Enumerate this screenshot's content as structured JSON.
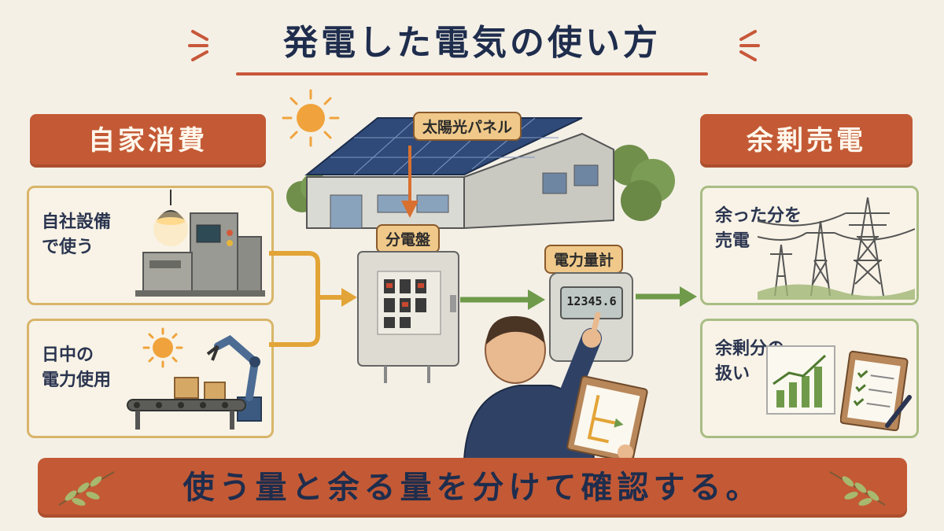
{
  "title": "発電した電気の使い方",
  "left_header": "自家消費",
  "right_header": "余剰売電",
  "left_cards": [
    {
      "label": "自社設備\nで使う"
    },
    {
      "label": "日中の\n電力使用"
    }
  ],
  "right_cards": [
    {
      "label": "余った分を\n売電"
    },
    {
      "label": "余剰分の\n扱い"
    }
  ],
  "center": {
    "solar_panel_label": "太陽光パネル",
    "distribution_board_label": "分電盤",
    "meter_label": "電力量計",
    "meter_reading": "12345.6"
  },
  "footer": "使う量と余る量を分けて確認する。",
  "colors": {
    "header_bg": "#c35a35",
    "card_border_left": "#d9b56a",
    "card_border_right": "#a9bd84",
    "arrow_orange": "#e3a437",
    "arrow_green": "#6f9a4a",
    "title_text": "#1f2d4d"
  },
  "icons": [
    "sun-icon",
    "factory-building-icon",
    "machine-icon",
    "conveyor-robot-icon",
    "power-tower-icon",
    "chart-icon",
    "clipboard-icon",
    "distribution-board-icon",
    "electric-meter-icon",
    "worker-icon",
    "leaf-icon"
  ]
}
